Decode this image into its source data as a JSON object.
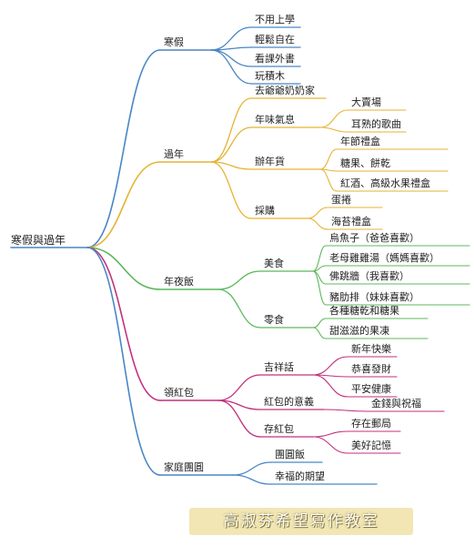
{
  "diagram": {
    "root": "寒假與過年",
    "colors": {
      "blue": "#4a86c5",
      "yellow": "#e6b335",
      "green": "#5cb85c",
      "magenta": "#c2307d"
    },
    "branches": [
      {
        "label": "寒假",
        "color": "blue",
        "children": [
          {
            "label": "不用上學"
          },
          {
            "label": "輕鬆自在"
          },
          {
            "label": "看課外書"
          },
          {
            "label": "玩積木"
          }
        ]
      },
      {
        "label": "過年",
        "color": "yellow",
        "children": [
          {
            "label": "去爺爺奶奶家"
          },
          {
            "label": "年味氣息",
            "children": [
              {
                "label": "大賣場"
              },
              {
                "label": "耳熟的歌曲"
              }
            ]
          },
          {
            "label": "辦年貨",
            "children": [
              {
                "label": "年節禮盒"
              },
              {
                "label": "糖果、餅乾"
              },
              {
                "label": "紅酒、高級水果禮盒"
              }
            ]
          },
          {
            "label": "採購",
            "children": [
              {
                "label": "蛋捲"
              },
              {
                "label": "海苔禮盒"
              }
            ]
          }
        ]
      },
      {
        "label": "年夜飯",
        "color": "green",
        "children": [
          {
            "label": "美食",
            "children": [
              {
                "label": "烏魚子（爸爸喜歡）"
              },
              {
                "label": "老母雞雞湯（媽媽喜歡）"
              },
              {
                "label": "佛跳牆（我喜歡）"
              },
              {
                "label": "豬肋排（妹妹喜歡）"
              }
            ]
          },
          {
            "label": "零食",
            "children": [
              {
                "label": "各種糖乾和糖果"
              },
              {
                "label": "甜滋滋的果凍"
              }
            ]
          }
        ]
      },
      {
        "label": "領紅包",
        "color": "magenta",
        "children": [
          {
            "label": "吉祥話",
            "children": [
              {
                "label": "新年快樂"
              },
              {
                "label": "恭喜發財"
              },
              {
                "label": "平安健康"
              }
            ]
          },
          {
            "label": "紅包的意義",
            "children": [
              {
                "label": "金錢與祝福"
              }
            ]
          },
          {
            "label": "存紅包",
            "children": [
              {
                "label": "存在郵局"
              },
              {
                "label": "美好記憶"
              }
            ]
          }
        ]
      },
      {
        "label": "家庭團圓",
        "color": "blue",
        "children": [
          {
            "label": "團圓飯"
          },
          {
            "label": "幸福的期望"
          }
        ]
      }
    ]
  },
  "banner": "高淑芬希望寫作教室"
}
